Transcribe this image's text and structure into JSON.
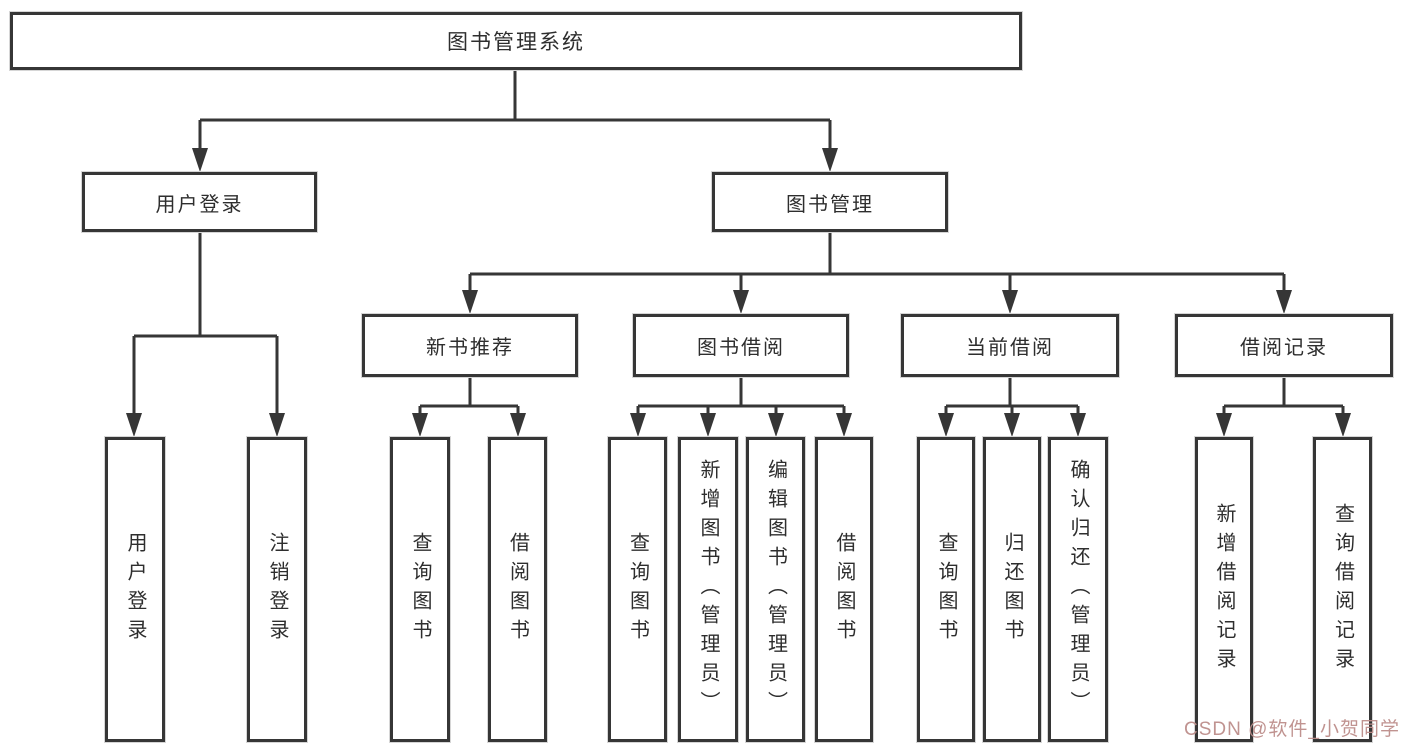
{
  "title": "图书管理系统",
  "colors": {
    "line": "#363636",
    "text": "#2e2e2e",
    "box_background": "#ffffff",
    "watermark": "#bd8e8b"
  },
  "tree": {
    "root": {
      "label": "图书管理系统",
      "children": [
        {
          "label": "用户登录",
          "children": [
            {
              "label": "用户登录"
            },
            {
              "label": "注销登录"
            }
          ]
        },
        {
          "label": "图书管理",
          "children": [
            {
              "label": "新书推荐",
              "children": [
                {
                  "label": "查询图书"
                },
                {
                  "label": "借阅图书"
                }
              ]
            },
            {
              "label": "图书借阅",
              "children": [
                {
                  "label": "查询图书"
                },
                {
                  "label": "新增图书（管理员）"
                },
                {
                  "label": "编辑图书（管理员）"
                },
                {
                  "label": "借阅图书"
                }
              ]
            },
            {
              "label": "当前借阅",
              "children": [
                {
                  "label": "查询图书"
                },
                {
                  "label": "归还图书"
                },
                {
                  "label": "确认归还（管理员）"
                }
              ]
            },
            {
              "label": "借阅记录",
              "children": [
                {
                  "label": "新增借阅记录"
                },
                {
                  "label": "查询借阅记录"
                }
              ]
            }
          ]
        }
      ]
    }
  },
  "watermark": {
    "text": "CSDN @软件_小贺同学"
  }
}
